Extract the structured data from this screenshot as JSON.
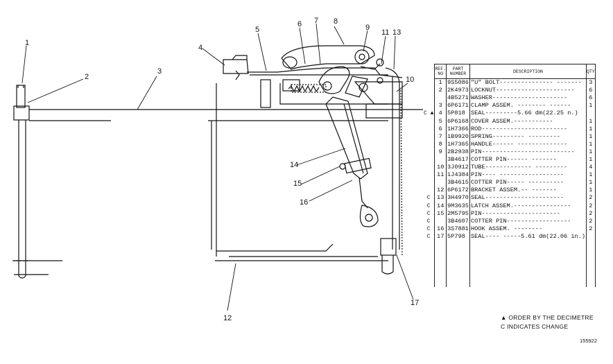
{
  "callouts": [
    {
      "n": "1"
    },
    {
      "n": "2"
    },
    {
      "n": "3"
    },
    {
      "n": "4"
    },
    {
      "n": "5"
    },
    {
      "n": "6"
    },
    {
      "n": "7"
    },
    {
      "n": "8"
    },
    {
      "n": "9"
    },
    {
      "n": "11"
    },
    {
      "n": "13"
    },
    {
      "n": "10"
    },
    {
      "n": "14"
    },
    {
      "n": "15"
    },
    {
      "n": "16"
    },
    {
      "n": "12"
    },
    {
      "n": "17"
    }
  ],
  "table": {
    "headers": {
      "ref": "REF. NO",
      "part": "PART NUMBER",
      "desc": "DESCRIPTION",
      "qty": "QTY"
    },
    "rows": [
      {
        "mark": "",
        "ref": "1",
        "part": "9S5086",
        "desc": "\"U\" BOLT---------------  -------",
        "qty": "3"
      },
      {
        "mark": "",
        "ref": "2",
        "part": "2K4973",
        "desc": "LOCKNUT----------------------",
        "qty": "6"
      },
      {
        "mark": "",
        "ref": "",
        "part": "4B5271",
        "desc": "WASHER---------------------",
        "qty": "6"
      },
      {
        "mark": "",
        "ref": "3",
        "part": "6P6171",
        "desc": "CLAMP ASSEM. --------  ------",
        "qty": "1"
      },
      {
        "mark": "C ▲",
        "ref": "4",
        "part": "5P818",
        "desc": "SEAL---------5.66 dm(22.25  n.)",
        "qty": ""
      },
      {
        "mark": "",
        "ref": "5",
        "part": "6P6168",
        "desc": "COVER ASSEM.-----------",
        "qty": "1"
      },
      {
        "mark": "",
        "ref": "6",
        "part": "1H7366",
        "desc": "ROD------------------------",
        "qty": "1"
      },
      {
        "mark": "",
        "ref": "7",
        "part": "1B9920",
        "desc": "SPRING---------  ---------",
        "qty": "1"
      },
      {
        "mark": "",
        "ref": "8",
        "part": "1H7365",
        "desc": "HANDLE------   --------------",
        "qty": "1"
      },
      {
        "mark": "",
        "ref": "9",
        "part": "2B2938",
        "desc": "PIN--------------------------",
        "qty": "1"
      },
      {
        "mark": "",
        "ref": "",
        "part": "3B4617",
        "desc": "COTTER PIN------   -------",
        "qty": "1"
      },
      {
        "mark": "",
        "ref": "10",
        "part": "3J0912",
        "desc": "TUBE-------------  ---------",
        "qty": "4"
      },
      {
        "mark": "",
        "ref": "11",
        "part": "1J4384",
        "desc": "PIN----  ------------------",
        "qty": "1"
      },
      {
        "mark": "",
        "ref": "",
        "part": "3B4615",
        "desc": "COTTER PIN-----  ----------",
        "qty": "1"
      },
      {
        "mark": "",
        "ref": "12",
        "part": "6P6172",
        "desc": "BRACKET ASSEM.--  -------",
        "qty": "1"
      },
      {
        "mark": "C",
        "ref": "13",
        "part": "3H4970",
        "desc": "SEAL----------------------",
        "qty": "2"
      },
      {
        "mark": "C",
        "ref": "14",
        "part": "9M3635",
        "desc": "LATCH ASSEM.----------------",
        "qty": "2"
      },
      {
        "mark": "C",
        "ref": "15",
        "part": "2M5795",
        "desc": "PIN----------------------",
        "qty": "2"
      },
      {
        "mark": "C",
        "ref": "",
        "part": "3B4607",
        "desc": "COTTER PIN------------------",
        "qty": "2"
      },
      {
        "mark": "C",
        "ref": "16",
        "part": "3S7881",
        "desc": "HOOK ASSEM. --------",
        "qty": "2"
      },
      {
        "mark": "C",
        "ref": "17",
        "part": "5P798",
        "desc": "SEAL----  -----5.61 dm(22.06 in.)",
        "qty": ""
      }
    ]
  },
  "legend": {
    "line1": "▲ ORDER BY THE DECIMETRE",
    "line2": "C INDICATES CHANGE"
  },
  "figure_id": "155922"
}
